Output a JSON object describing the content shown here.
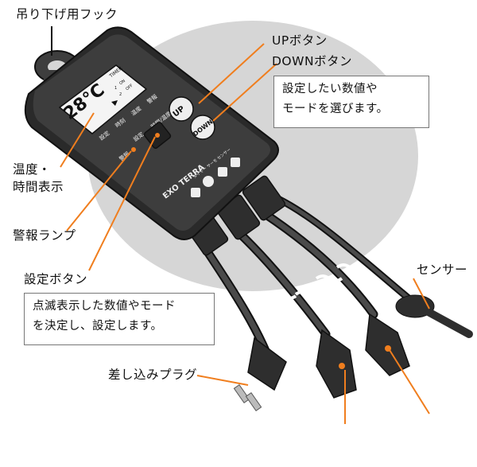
{
  "labels": {
    "hook": "吊り下げ用フック",
    "up_button": "UPボタン",
    "down_button": "DOWNボタン",
    "temp_time_display_line1": "温度・",
    "temp_time_display_line2": "時間表示",
    "alarm_lamp": "警報ランプ",
    "set_button": "設定ボタン",
    "sensor": "センサー",
    "plug": "差し込みプラグ"
  },
  "notes": {
    "updown_line1": "設定したい数値や",
    "updown_line2": "モードを選びます。",
    "set_line1": "点滅表示した数値やモード",
    "set_line2": "を決定し、設定します。"
  },
  "device": {
    "lcd_temp": "28°C",
    "lcd_timer": "TIMER",
    "lcd_on": "ON",
    "lcd_off": "OFF",
    "lcd_ch1": "1",
    "lcd_ch2": "2",
    "top_labels": [
      "設定",
      "時刻",
      "温度",
      "警報"
    ],
    "bottom_labels": [
      "設定",
      "時間/温度"
    ],
    "btn_up": "UP",
    "btn_down": "DOWN",
    "alarm_text": "警報",
    "brand": "EXO TERRA",
    "mode_caption": "タイマー  サーモ  センサー"
  },
  "colors": {
    "accent": "#F07E1E",
    "device_body": "#3b3b3b",
    "device_face": "#2a2a2a",
    "backdrop": "#d6d6d6",
    "lcd": "#f4f4f4"
  }
}
